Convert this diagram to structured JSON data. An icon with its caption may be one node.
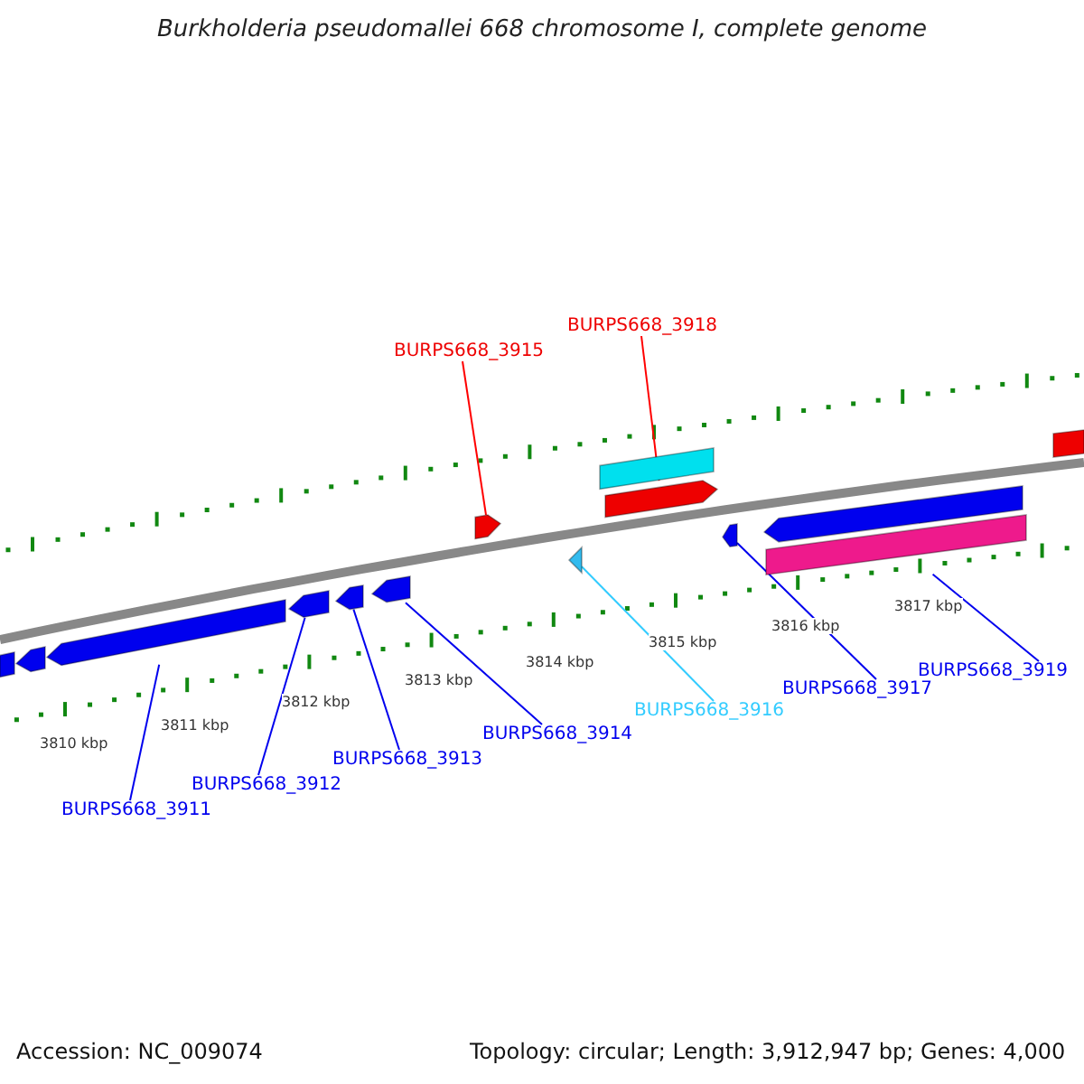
{
  "diagram": {
    "title": "Burkholderia pseudomallei 668 chromosome I, complete genome",
    "nodes": [
      {
        "text": [
          "BURPS668_3911"
        ]
      },
      {
        "text": [
          "BURPS668_3912"
        ]
      },
      {
        "text": [
          "BURPS668_3913"
        ]
      },
      {
        "text": [
          "BURPS668_3914"
        ]
      },
      {
        "text": [
          "BURPS668_3915"
        ]
      },
      {
        "text": [
          "BURPS668_3916"
        ]
      },
      {
        "text": [
          "BURPS668_3917"
        ]
      },
      {
        "text": [
          "BURPS668_3918"
        ]
      },
      {
        "text": [
          "BURPS668_3919"
        ]
      },
      {
        "text": [],
        "shape": "box"
      },
      {
        "text": [],
        "shape": "pentagon"
      },
      {
        "text": [],
        "shape": "pentagon"
      },
      {
        "text": [],
        "shape": "pentagon"
      },
      {
        "text": [],
        "shape": "pentagon"
      },
      {
        "text": [],
        "shape": "pentagon"
      },
      {
        "text": [],
        "shape": "pentagon"
      },
      {
        "text": [],
        "shape": "triangle"
      },
      {
        "text": [],
        "shape": "bar"
      },
      {
        "text": [],
        "shape": "pentagon"
      },
      {
        "text": [],
        "shape": "pentagon"
      },
      {
        "text": [],
        "shape": "pentagon"
      },
      {
        "text": [],
        "shape": "bar"
      },
      {
        "text": [],
        "shape": "box"
      }
    ],
    "edges": [
      {
        "from": 0,
        "to": 11,
        "arrow": "none"
      },
      {
        "from": 1,
        "to": 12,
        "arrow": "none"
      },
      {
        "from": 2,
        "to": 13,
        "arrow": "none"
      },
      {
        "from": 3,
        "to": 14,
        "arrow": "none"
      },
      {
        "from": 4,
        "to": 15,
        "arrow": "none",
        "color": "#ff0000"
      },
      {
        "from": 5,
        "to": 16,
        "arrow": "none",
        "color": "#33ccff"
      },
      {
        "from": 6,
        "to": 19,
        "arrow": "none"
      },
      {
        "from": 7,
        "to": 18,
        "arrow": "none",
        "color": "#ff0000"
      },
      {
        "from": 8,
        "to": 21,
        "arrow": "none"
      }
    ],
    "labels": [
      "3810 kbp",
      "3811 kbp",
      "3812 kbp",
      "3813 kbp",
      "3814 kbp",
      "3815 kbp",
      "3816 kbp",
      "3817 kbp",
      "Accession: NC_009074",
      "Topology: circular; Length: 3,912,947 bp; Genes: 4,000"
    ]
  }
}
